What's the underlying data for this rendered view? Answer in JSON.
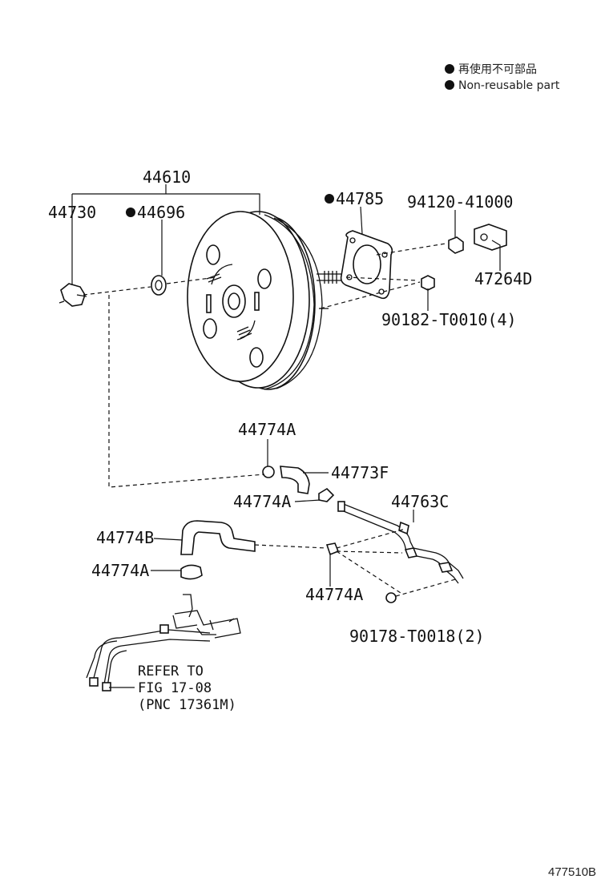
{
  "legend": {
    "jp_label": "再使用不可部品",
    "en_label": "Non-reusable part",
    "dot_color": "#111111"
  },
  "parts": {
    "booster_assembly": "44610",
    "check_valve": "44730",
    "grommet": "44696",
    "gasket": "44785",
    "clevis_nut": "94120-41000",
    "clevis": "47264D",
    "nut": "90182-T0010(4)",
    "clamp_upper": "44774A",
    "hose_upper": "44773F",
    "clamp_mid": "44774A",
    "vacuum_tube": "44763C",
    "hose_lower": "44774B",
    "clamp_lower_left": "44774A",
    "clamp_lower_center": "44774A",
    "nut_lower": "90178-T0018(2)"
  },
  "refer_note": {
    "line1": "REFER TO",
    "line2": "FIG 17-08",
    "line3": "(PNC 17361M)"
  },
  "diagram_code": "477510B"
}
